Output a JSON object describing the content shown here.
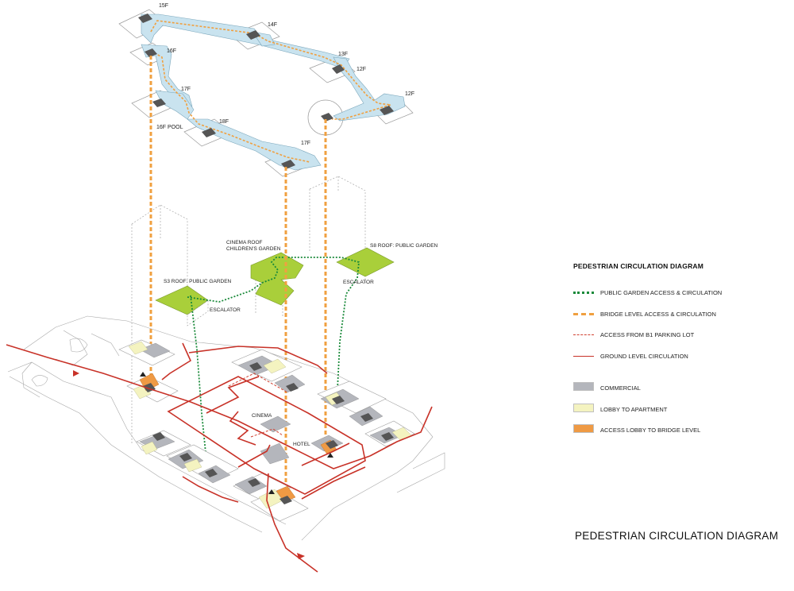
{
  "diagram": {
    "title": "PEDESTRIAN CIRCULATION DIAGRAM",
    "floor_labels": {
      "f15": "15F",
      "f14": "14F",
      "f13": "13F",
      "f12a": "12F",
      "f12b": "12F",
      "f16": "16F",
      "f17a": "17F",
      "pool": "16F POOL",
      "f18": "18F",
      "f17b": "17F"
    },
    "roof_labels": {
      "cinema_roof_1": "CINEMA ROOF",
      "cinema_roof_2": "CHILDREN'S GARDEN",
      "s8_roof": "S8 ROOF: PUBLIC GARDEN",
      "s3_roof": "S3 ROOF: PUBLIC GARDEN",
      "escalator_left": "ESCALATOR",
      "escalator_right": "ESCALATOR"
    },
    "site_labels": {
      "cinema": "CINEMA",
      "hotel": "HOTEL"
    }
  },
  "legend": {
    "title": "PEDESTRIAN CIRCULATION DIAGRAM",
    "lines": [
      {
        "label": "PUBLIC GARDEN  ACCESS & CIRCULATION",
        "color": "#1a8a3a",
        "style": "dotted-thick"
      },
      {
        "label": "BRIDGE LEVEL ACCESS & CIRCULATION",
        "color": "#f0a040",
        "style": "dashed-thick"
      },
      {
        "label": "ACCESS FROM B1 PARKING LOT",
        "color": "#d04030",
        "style": "dashed-thin"
      },
      {
        "label": "GROUND LEVEL CIRCULATION",
        "color": "#c83228",
        "style": "solid-thin"
      }
    ],
    "fills": [
      {
        "label": "COMMERCIAL",
        "color": "#b4b6bc"
      },
      {
        "label": "LOBBY TO APARTMENT",
        "color": "#f4f3c0"
      },
      {
        "label": "ACCESS LOBBY TO BRIDGE LEVEL",
        "color": "#ef9a44"
      }
    ]
  },
  "colors": {
    "garden": "#a9cf3a",
    "bridge_fill": "#c9e3ef",
    "bridge_route": "#f0a040",
    "ground_route": "#c83228",
    "core": "#555555"
  }
}
